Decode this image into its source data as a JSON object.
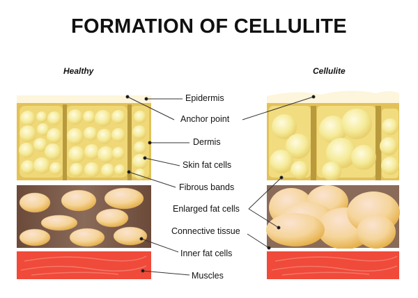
{
  "title": "FORMATION OF CELLULITE",
  "panels": {
    "healthy": {
      "label": "Healthy"
    },
    "cellulite": {
      "label": "Cellulite"
    }
  },
  "labels": [
    {
      "id": "epidermis",
      "text": "Epidermis"
    },
    {
      "id": "anchor-point",
      "text": "Anchor point"
    },
    {
      "id": "dermis",
      "text": "Dermis"
    },
    {
      "id": "skin-fat-cells",
      "text": "Skin fat cells"
    },
    {
      "id": "fibrous-bands",
      "text": "Fibrous bands"
    },
    {
      "id": "enlarged-fat-cells",
      "text": "Enlarged fat cells"
    },
    {
      "id": "connective-tissue",
      "text": "Connective tissue"
    },
    {
      "id": "inner-fat-cells",
      "text": "Inner fat cells"
    },
    {
      "id": "muscles",
      "text": "Muscles"
    }
  ],
  "colors": {
    "epidermis": "#fdf5dc",
    "dermis": "#e9c85a",
    "fibrous_band": "#b89a3c",
    "fat_cell": "#f7eea0",
    "connective": "#7a5a48",
    "inner_fat": "#f5d9a8",
    "muscle": "#f04a3a"
  }
}
